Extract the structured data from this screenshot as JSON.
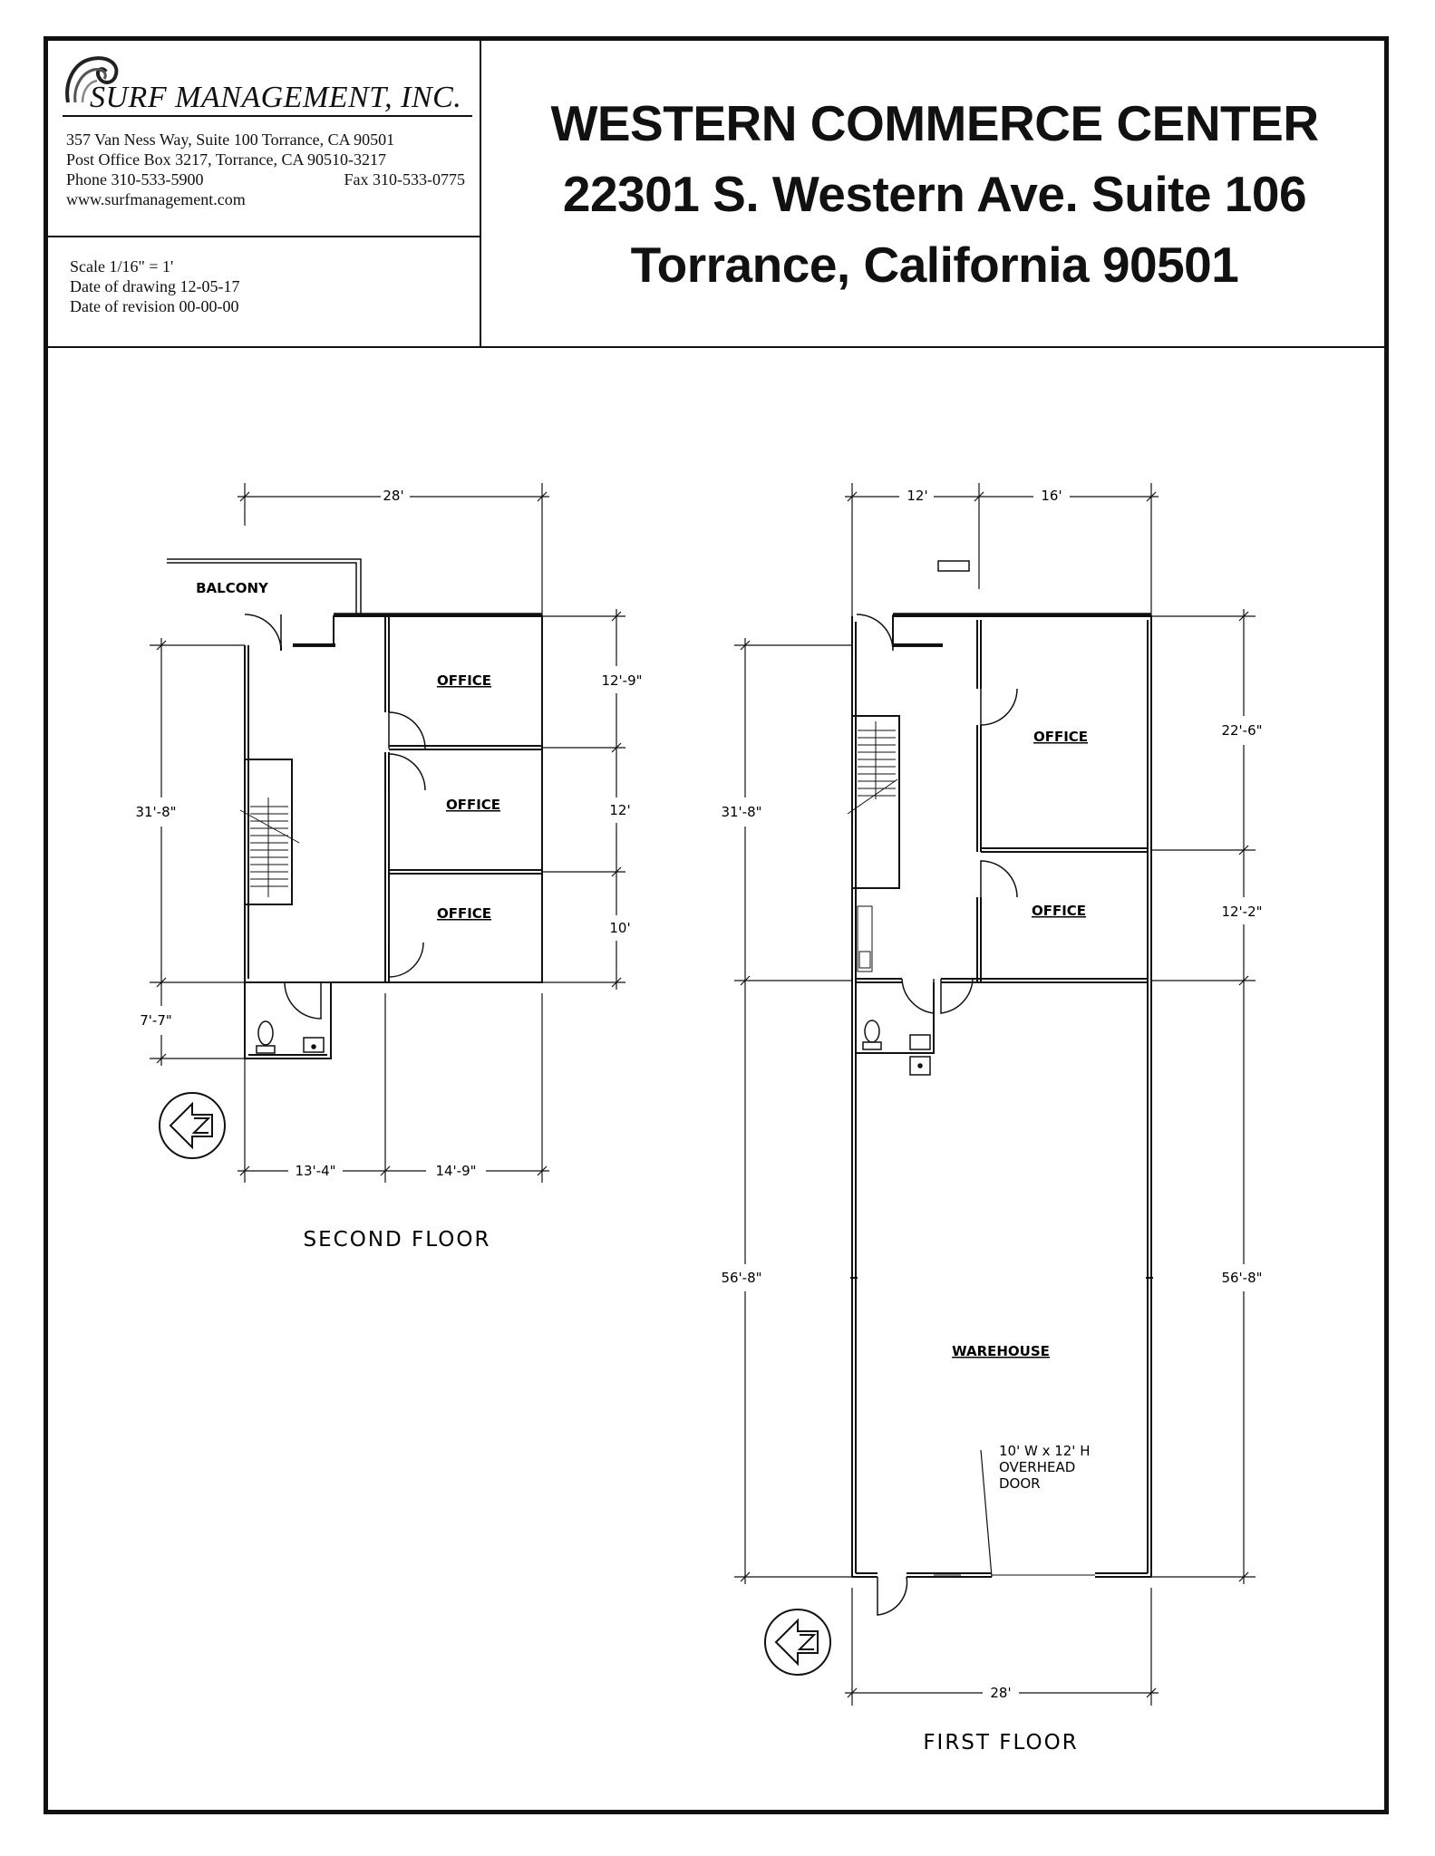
{
  "company": {
    "name": "SURF MANAGEMENT, INC.",
    "address_line": "357 Van Ness Way, Suite 100 Torrance, CA 90501",
    "po_box_line": "Post  Office Box  3217, Torrance,  CA 90510-3217",
    "phone": "Phone 310-533-5900",
    "fax": "Fax 310-533-0775",
    "website": "www.surfmanagement.com"
  },
  "drawing_info": {
    "scale": "Scale  1/16\" = 1'",
    "date_of_drawing": "Date of drawing  12-05-17",
    "date_of_revision": "Date of revision  00-00-00"
  },
  "title": {
    "line1": "WESTERN COMMERCE CENTER",
    "line2": "22301 S. Western Ave. Suite 106",
    "line3": "Torrance, California 90501"
  },
  "second_floor": {
    "label": "SECOND FLOOR",
    "balcony": "BALCONY",
    "offices": [
      "OFFICE",
      "OFFICE",
      "OFFICE"
    ],
    "dims": {
      "top_width": "28'",
      "left_height": "31'-8\"",
      "left_lower": "7'-7\"",
      "right_1": "12'-9\"",
      "right_2": "12'",
      "right_3": "10'",
      "bottom_left": "13'-4\"",
      "bottom_right": "14'-9\""
    }
  },
  "first_floor": {
    "label": "FIRST FLOOR",
    "offices": [
      "OFFICE",
      "OFFICE"
    ],
    "warehouse": "WAREHOUSE",
    "door_note": [
      "10' W x 12' H",
      "OVERHEAD",
      "DOOR"
    ],
    "dims": {
      "top_left": "12'",
      "top_right": "16'",
      "left_upper": "31'-8\"",
      "left_lower": "56'-8\"",
      "right_1": "22'-6\"",
      "right_2": "12'-2\"",
      "right_lower": "56'-8\"",
      "bottom_width": "28'"
    }
  }
}
